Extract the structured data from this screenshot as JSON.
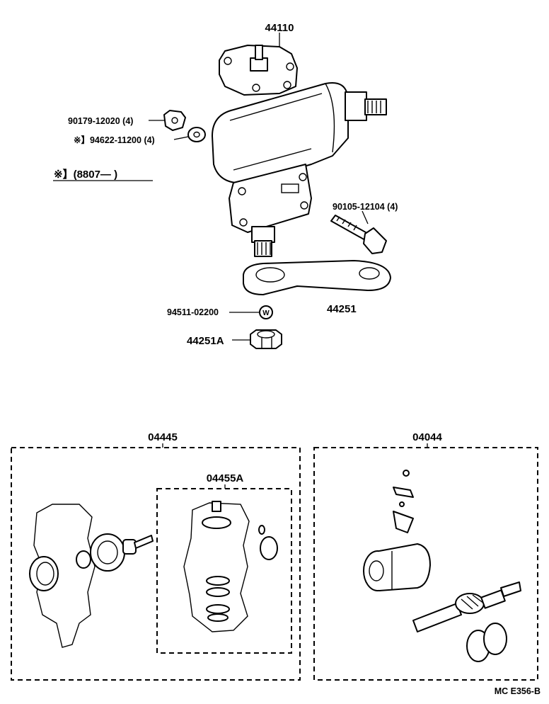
{
  "callouts": {
    "gear_housing": "44110",
    "nut": "90179-12020 (4)",
    "washer": "※】94622-11200 (4)",
    "note": "※】(8807—        )",
    "bolt": "90105-12104 (4)",
    "pitman_arm": "44251",
    "lock_washer": "94511-02200",
    "arm_nut": "44251A",
    "kit_left": "04445",
    "kit_left_inner": "04455A",
    "kit_right": "04044",
    "footer": "MC  E356-B"
  },
  "icons": {
    "lock_washer_mark": "W"
  }
}
